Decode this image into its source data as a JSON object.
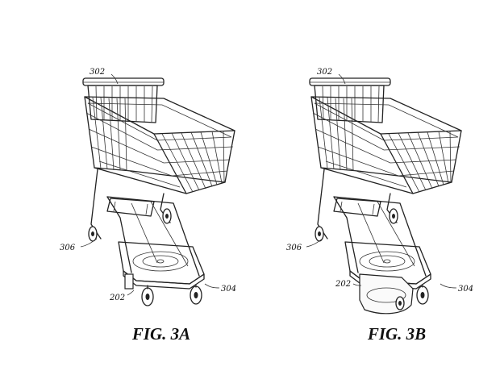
{
  "figures": [
    {
      "caption": "FIG. 3A",
      "labels": {
        "handle": "302",
        "base": "304",
        "frame": "306",
        "device": "202"
      }
    },
    {
      "caption": "FIG. 3B",
      "labels": {
        "handle": "302",
        "base": "304",
        "frame": "306",
        "device": "202"
      }
    }
  ]
}
